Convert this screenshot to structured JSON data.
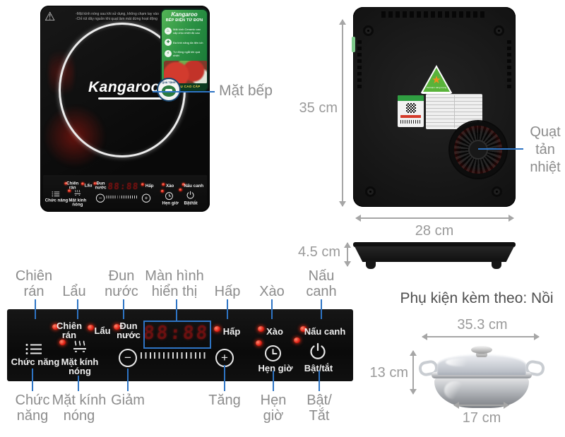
{
  "front_view": {
    "warning_line1": "-Mặt kính nóng sau khi sử dụng, không chạm tay vào",
    "warning_line2": "-Chỉ rút dây nguồn khi quạt làm mát dừng hoạt động",
    "brand_logo": "Kangaroo",
    "surface_annotation": "Mặt bếp",
    "sticker": {
      "brand": "Kangaroo",
      "title": "BẾP ĐIỆN TỪ ĐƠN",
      "features": [
        "Mặt kính Ceramic cao cấp chịu nhiệt độ cao",
        "Đa tính năng đa tiện ích",
        "Tự động ngắt khi quá nhiệt"
      ],
      "ribbon": "NỒI LẨU CAO CẤP",
      "badge": "QUÀ TẶNG"
    }
  },
  "back_view": {
    "height_label": "35 cm",
    "width_label": "28 cm",
    "fan_line1": "Quạt",
    "fan_line2": "tản",
    "fan_line3": "nhiệt",
    "energy_sticker_text": "Tiết kiệm năng lượng",
    "energy_star": "★"
  },
  "side_view": {
    "thickness_label": "4.5 cm"
  },
  "control_panel": {
    "annotations_top": {
      "chien_ran": {
        "line1": "Chiên",
        "line2": "rán"
      },
      "lau": {
        "line1": "Lẩu"
      },
      "dun_nuoc": {
        "line1": "Đun",
        "line2": "nước"
      },
      "man_hinh": {
        "line1": "Màn hình",
        "line2": "hiển thị"
      },
      "hap": {
        "line1": "Hấp"
      },
      "xao": {
        "line1": "Xào"
      },
      "nau_canh": {
        "line1": "Nấu",
        "line2": "canh"
      }
    },
    "annotations_bottom": {
      "chuc_nang": {
        "line1": "Chức",
        "line2": "năng"
      },
      "mat_kinh_nong": {
        "line1": "Mặt kính",
        "line2": "nóng"
      },
      "giam": {
        "line1": "Giảm"
      },
      "tang": {
        "line1": "Tăng"
      },
      "hen_gio": {
        "line1": "Hẹn",
        "line2": "giờ"
      },
      "bat_tat": {
        "line1": "Bật/",
        "line2": "Tắt"
      }
    },
    "buttons": {
      "chien_ran_line1": "Chiên",
      "chien_ran_line2": "rán",
      "lau": "Lẩu",
      "dun_nuoc_line1": "Đun",
      "dun_nuoc_line2": "nước",
      "hap": "Hấp",
      "xao": "Xào",
      "nau_canh": "Nấu canh",
      "chuc_nang": "Chức năng",
      "mat_kinh_line1": "Mặt kính",
      "mat_kinh_line2": "nóng",
      "hen_gio": "Hẹn giờ",
      "bat_tat": "Bật/tắt",
      "minus": "−",
      "plus": "+",
      "display_value": "88:88"
    }
  },
  "accessory": {
    "heading": "Phụ kiện kèm theo: Nồi",
    "width_label": "35.3 cm",
    "height_label": "13 cm",
    "base_label": "17 cm"
  },
  "colors": {
    "annotation_blue": "#2e74c4",
    "measure_gray": "#a6a6a6",
    "label_gray": "#8c8c8c",
    "led_red": "#e01e12"
  }
}
